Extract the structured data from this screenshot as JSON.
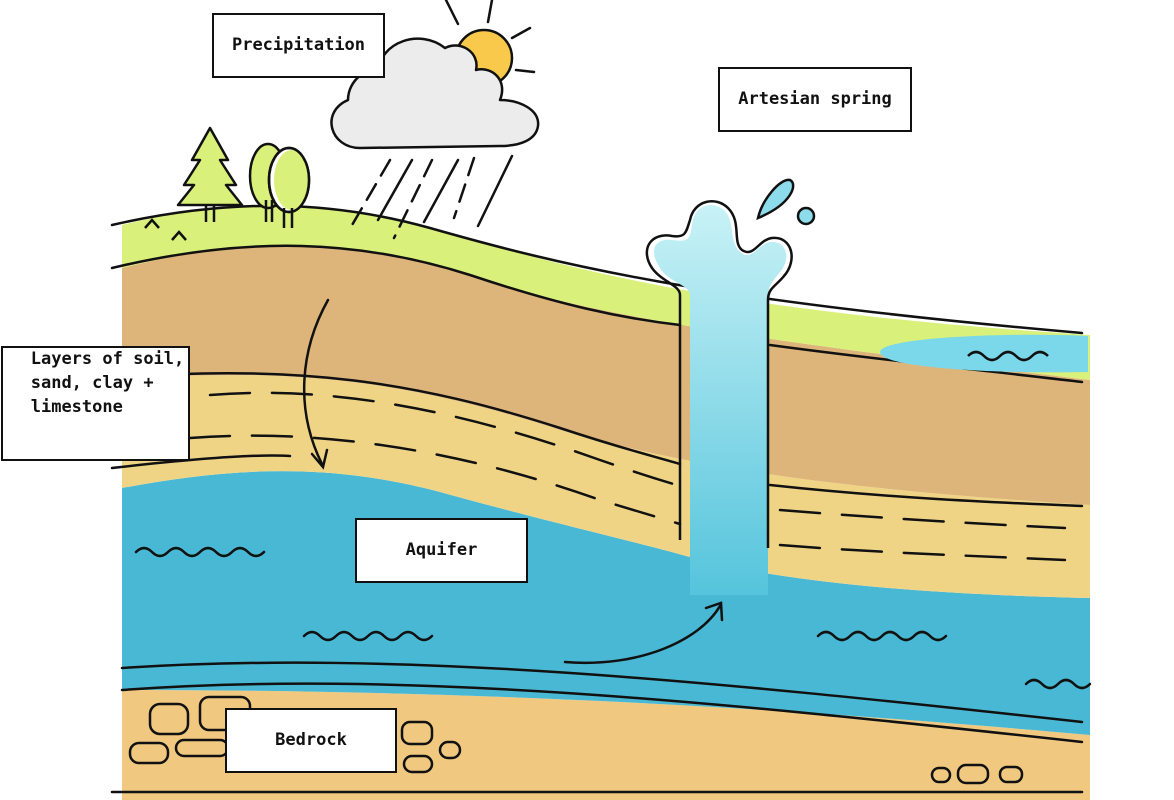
{
  "labels": {
    "precipitation": "Precipitation",
    "artesian_spring": "Artesian spring",
    "layers": [
      "Layers of soil,",
      "sand, clay +",
      "limestone"
    ],
    "aquifer": "Aquifer",
    "bedrock": "Bedrock"
  },
  "colors": {
    "grass": "#d9f07a",
    "soil": "#ddb57a",
    "sand": "#f0d486",
    "aquifer": "#48b8d4",
    "bedrock": "#f0c880",
    "spring_light": "#c8f2f6",
    "spring_dark": "#6bcfe0",
    "cloud": "#ececec",
    "sun": "#f8c94b",
    "outline": "#111111"
  },
  "icons": [
    "cloud-icon",
    "sun-icon",
    "rain-icon",
    "pine-tree-icon",
    "round-tree-icon",
    "water-wave-icon",
    "rock-icon",
    "pond-icon",
    "arrow-icon"
  ]
}
